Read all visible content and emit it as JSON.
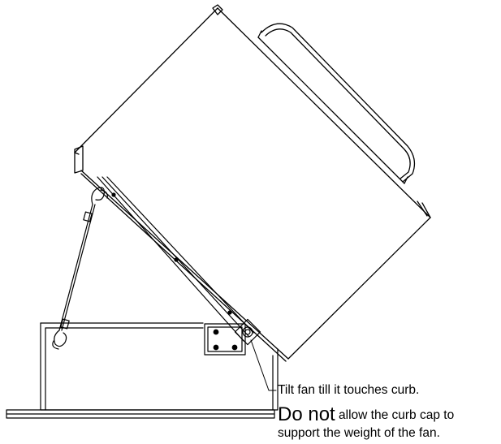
{
  "callout": {
    "line1": "Tilt fan till it touches curb.",
    "line2_emphasis": "Do not",
    "line2_rest": " allow the curb cap to",
    "line3": "support the weight of the fan."
  },
  "colors": {
    "stroke": "#000000",
    "light_fill": "#ffffff"
  }
}
